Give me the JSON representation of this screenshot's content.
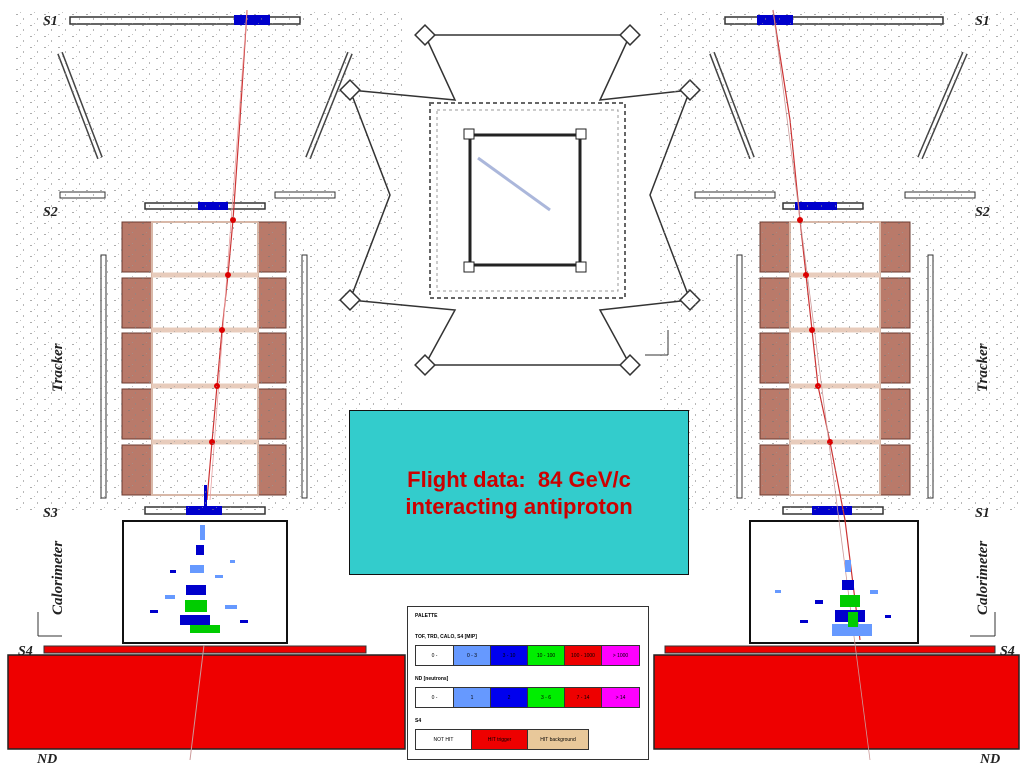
{
  "station_labels": {
    "s1_left": "S1",
    "s1_right": "S1",
    "s2_left": "S2",
    "s2_right": "S2",
    "s3_left": "S3",
    "s3_right": "S1",
    "s4_left": "S4",
    "s4_right": "S4",
    "nd_left": "ND",
    "nd_right": "ND"
  },
  "subsystem_labels": {
    "tracker_left": "Tracker",
    "tracker_right": "Tracker",
    "calorimeter_left": "Calorimeter",
    "calorimeter_right": "Calorimeter"
  },
  "info_box": {
    "line1": "Flight data:  84 GeV/c",
    "line2": "interacting antiproton",
    "background": "#33cccc",
    "text_color": "#cc0000"
  },
  "palette": {
    "title": "PALETTE",
    "row1_header": "TOF, TRD, CALO, S4 [MIP]",
    "row1_cells": [
      {
        "label": "0 -",
        "color": "#ffffff"
      },
      {
        "label": "0 - 3",
        "color": "#6699ff"
      },
      {
        "label": "3 - 10",
        "color": "#0000ee"
      },
      {
        "label": "10 - 100",
        "color": "#00ee00"
      },
      {
        "label": "100 - 1000",
        "color": "#ee0000"
      },
      {
        "label": "> 1000",
        "color": "#ff00ff"
      }
    ],
    "row2_header": "ND [neutrons]",
    "row2_cells": [
      {
        "label": "0 -",
        "color": "#ffffff"
      },
      {
        "label": "1",
        "color": "#6699ff"
      },
      {
        "label": "2",
        "color": "#0000ee"
      },
      {
        "label": "3 - 6",
        "color": "#00ee00"
      },
      {
        "label": "7 - 14",
        "color": "#ee0000"
      },
      {
        "label": "> 14",
        "color": "#ff00ff"
      }
    ],
    "row3_header": "S4",
    "row3_cells": [
      {
        "label": "NOT HIT",
        "color": "#ffffff"
      },
      {
        "label": "HIT trigger",
        "color": "#ee0000"
      },
      {
        "label": "HIT background",
        "color": "#e8c89a"
      }
    ]
  },
  "colors": {
    "magnet_block": "#b97a6a",
    "nd_slab": "#ee0000",
    "track": "#cc3333",
    "hit_blue": "#0000cc",
    "hit_green": "#00cc00"
  }
}
